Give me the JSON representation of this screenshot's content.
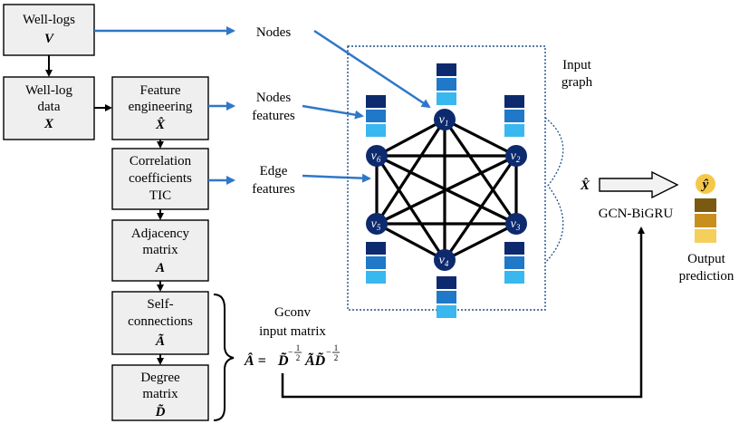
{
  "colors": {
    "box_fill": "#efefef",
    "arrow_blue": "#2f77c8",
    "node_navy": "#0d2a6e",
    "feat_dark": "#0d2a6e",
    "feat_mid": "#1f78c8",
    "feat_light": "#39b7ef",
    "out_dark": "#7a5a10",
    "out_mid": "#c98f1e",
    "out_light": "#f5cf5c",
    "y_badge": "#f6c84a"
  },
  "flow": {
    "well_logs": {
      "line1": "Well-logs",
      "symbol": "V"
    },
    "well_log_data": {
      "line1": "Well-log",
      "line2": "data",
      "symbol": "X"
    },
    "feature_engineering": {
      "line1": "Feature",
      "line2": "engineering",
      "symbol": "X̂"
    },
    "correlation": {
      "line1": "Correlation",
      "line2": "coefficients",
      "line3": "TIC"
    },
    "adjacency": {
      "line1": "Adjacency",
      "line2": "matrix",
      "symbol": "A"
    },
    "self_connections": {
      "line1": "Self-",
      "line2": "connections",
      "symbol": "Ã"
    },
    "degree": {
      "line1": "Degree",
      "line2": "matrix",
      "symbol": "D̃"
    }
  },
  "labels": {
    "nodes": "Nodes",
    "nodes_features_1": "Nodes",
    "nodes_features_2": "features",
    "edge_features_1": "Edge",
    "edge_features_2": "features",
    "input_graph_1": "Input",
    "input_graph_2": "graph",
    "x_hat": "X̂",
    "gcn": "GCN-BiGRU",
    "y_hat": "ŷ",
    "output_1": "Output",
    "output_2": "prediction",
    "gconv_1": "Gconv",
    "gconv_2": "input matrix"
  },
  "formula": {
    "lhs": "Â = ",
    "d1": "D̃",
    "exp_num": "1",
    "exp_den": "2",
    "mid": "ÃD̃",
    "exp_sign": "−"
  },
  "nodes": [
    {
      "id": "v1",
      "base": "v",
      "sub": "1"
    },
    {
      "id": "v2",
      "base": "v",
      "sub": "2"
    },
    {
      "id": "v3",
      "base": "v",
      "sub": "3"
    },
    {
      "id": "v4",
      "base": "v",
      "sub": "4"
    },
    {
      "id": "v5",
      "base": "v",
      "sub": "5"
    },
    {
      "id": "v6",
      "base": "v",
      "sub": "6"
    }
  ]
}
